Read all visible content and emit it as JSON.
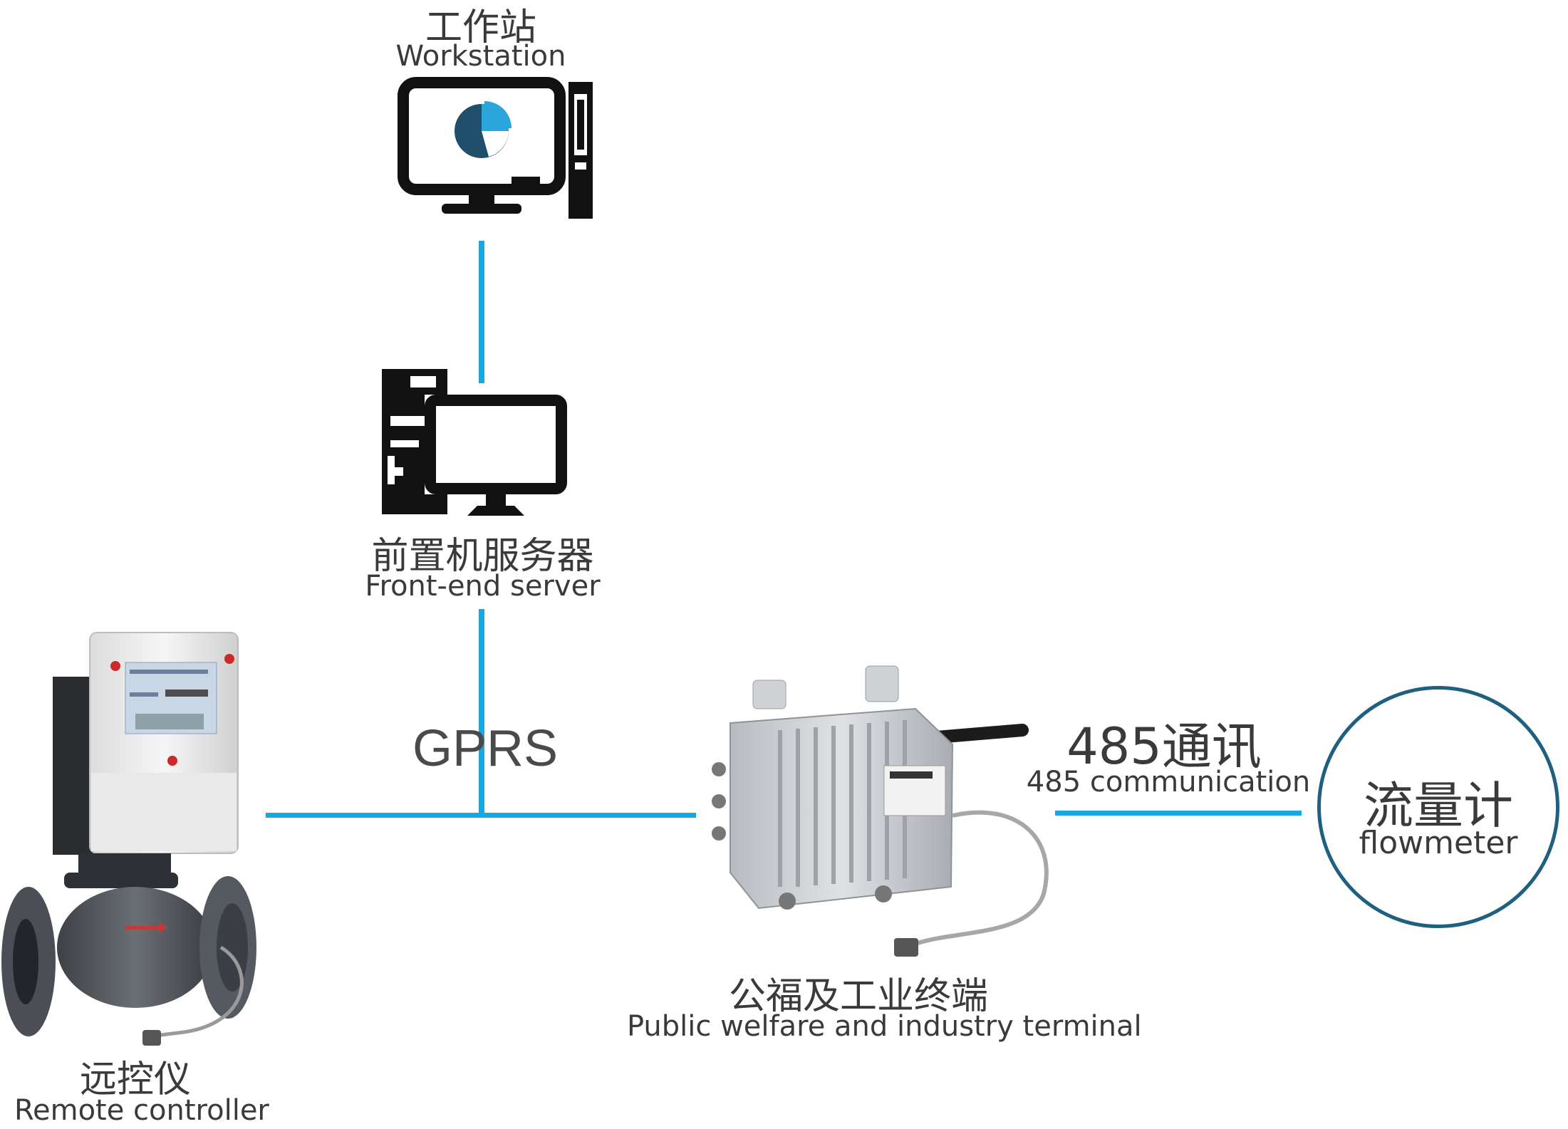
{
  "colors": {
    "link_line": "#18a8e0",
    "flowmeter_ring": "#1f5f80",
    "icon_dark": "#111111",
    "pie_dark": "#1f4f6b",
    "pie_light": "#2aa6dc"
  },
  "workstation": {
    "label_cn": "工作站",
    "label_en": "Workstation",
    "icon": "workstation-computer-icon"
  },
  "server": {
    "label_cn": "前置机服务器",
    "label_en": "Front-end server",
    "icon": "server-computer-icon"
  },
  "link_gprs": {
    "label": "GPRS"
  },
  "remote_controller": {
    "label_cn": "远控仪",
    "label_en": "Remote controller",
    "image": "remote-controller-valve-photo"
  },
  "terminal": {
    "label_cn": "公福及工业终端",
    "label_en": "Public welfare and industry terminal",
    "image": "terminal-box-photo"
  },
  "link_485": {
    "label_cn": "485通讯",
    "label_en": "485 communication"
  },
  "flowmeter": {
    "label_cn": "流量计",
    "label_en": "flowmeter"
  }
}
